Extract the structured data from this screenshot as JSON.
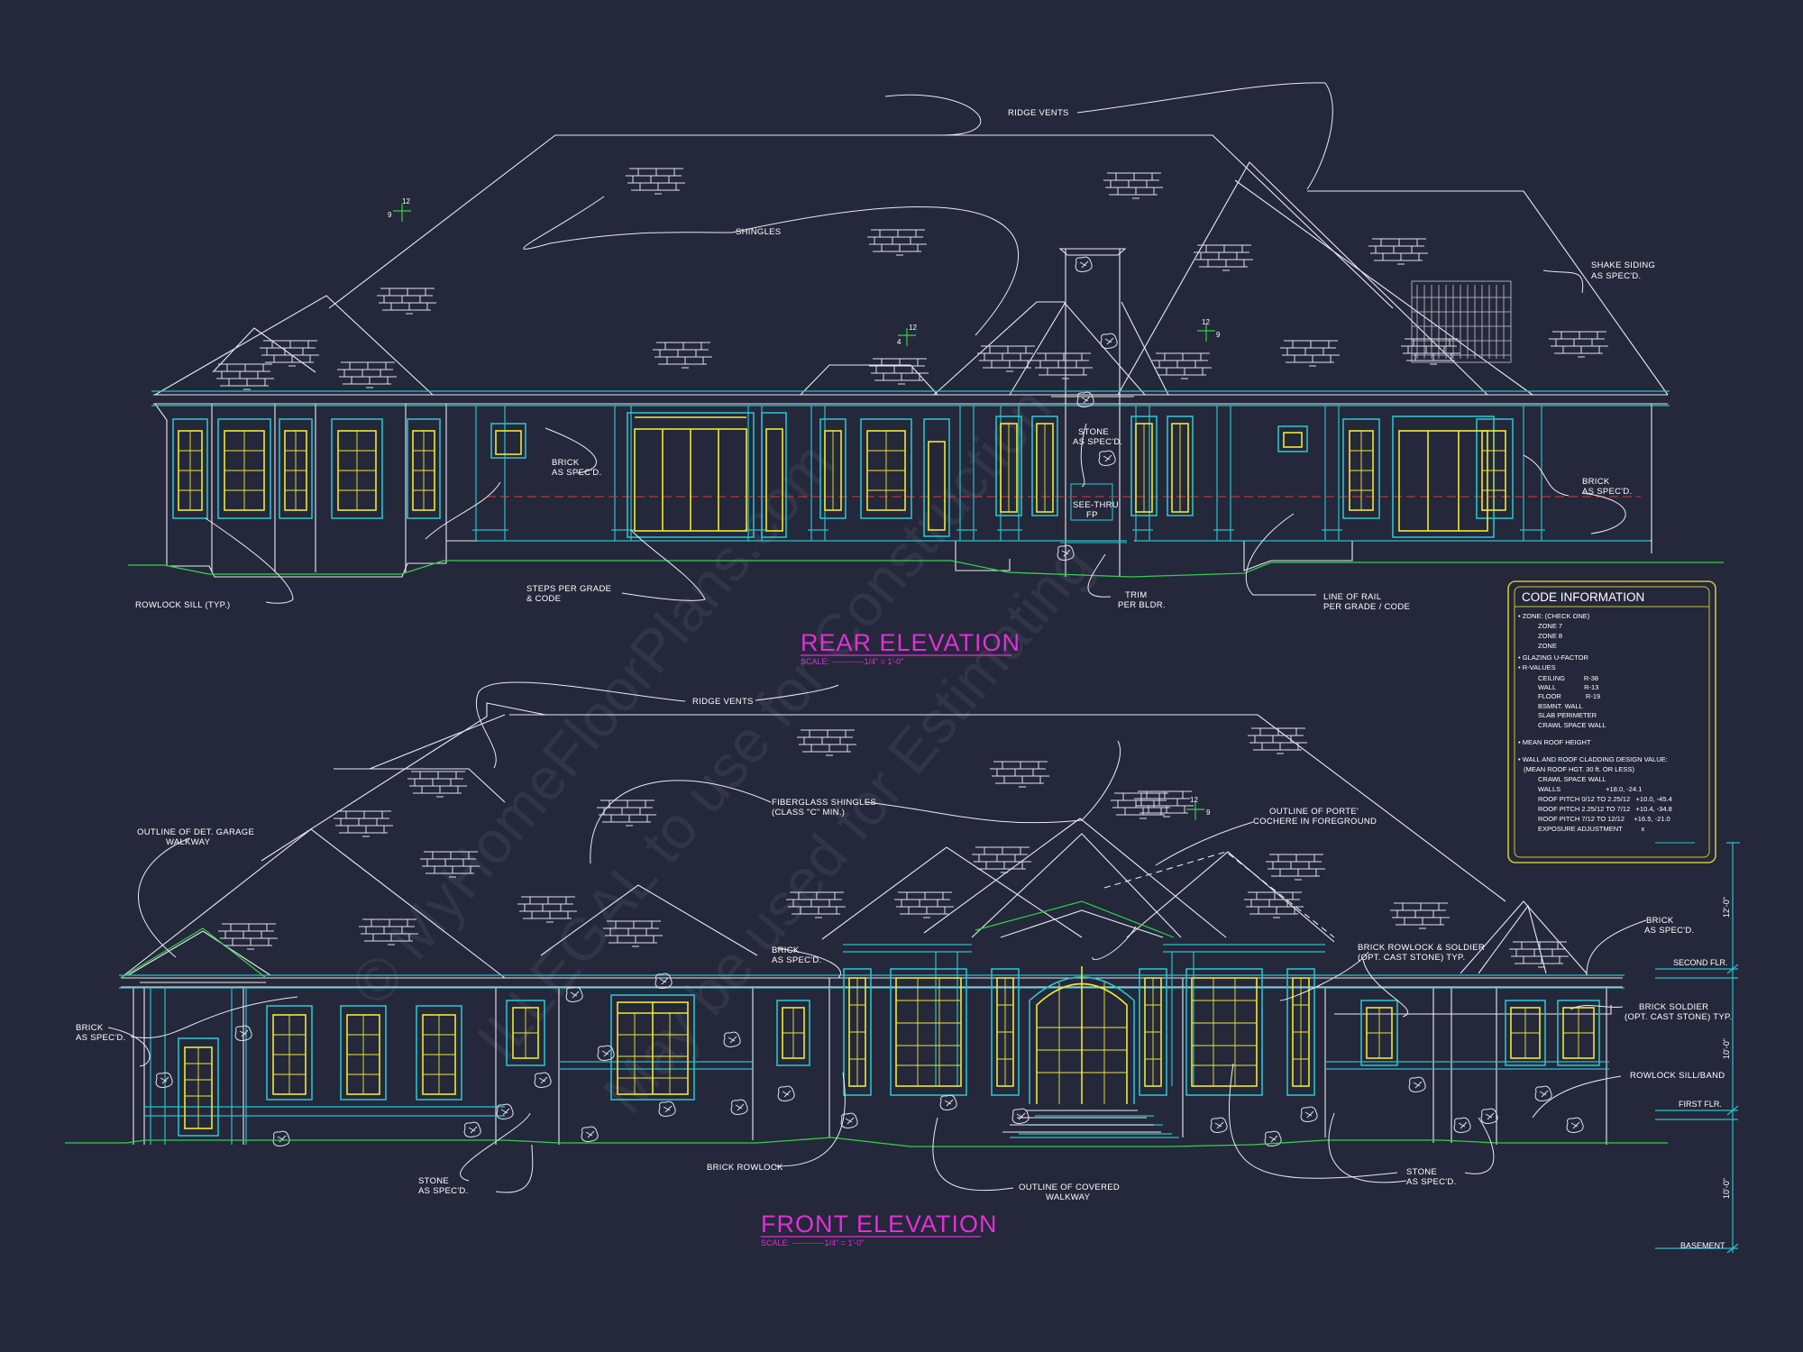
{
  "watermark": [
    "© MyHomeFloorPlans.com",
    "ILLEGAL to use for Construction",
    "May be used for Estimating"
  ],
  "rear": {
    "title": "REAR ELEVATION",
    "scale": "SCALE: ------------1/4\" = 1'-0\"",
    "notes": {
      "ridge_vents": "RIDGE VENTS",
      "shingles": "SHINGLES",
      "shake_1": "SHAKE SIDING",
      "shake_2": "AS SPEC'D.",
      "brick_a1": "BRICK",
      "brick_a2": "AS SPEC'D.",
      "stone_1": "STONE",
      "stone_2": "AS SPEC'D.",
      "fp_1": "SEE-THRU",
      "fp_2": "FP",
      "brick_b1": "BRICK",
      "brick_b2": "AS SPEC'D.",
      "rowlock": "ROWLOCK SILL (TYP.)",
      "steps_1": "STEPS PER GRADE",
      "steps_2": "& CODE",
      "trim_1": "TRIM",
      "trim_2": "PER BLDR.",
      "rail_1": "LINE OF RAIL",
      "rail_2": "PER GRADE / CODE"
    },
    "pitch": {
      "a_rise": "9",
      "a_run": "12",
      "b_rise": "4",
      "b_run": "12",
      "c_run": "12",
      "c_rise": "9"
    }
  },
  "front": {
    "title": "FRONT ELEVATION",
    "scale": "SCALE: ------------1/4\" = 1'-0\"",
    "notes": {
      "ridge_vents": "RIDGE VENTS",
      "garage_1": "OUTLINE OF DET. GARAGE",
      "garage_2": "WALKWAY",
      "fiber_1": "FIBERGLASS SHINGLES",
      "fiber_2": "(CLASS \"C\" MIN.)",
      "porte_1": "OUTLINE OF PORTE'",
      "porte_2": "COCHERE IN FOREGROUND",
      "brick_a1": "BRICK",
      "brick_a2": "AS SPEC'D.",
      "brick_b1": "BRICK",
      "brick_b2": "AS SPEC'D.",
      "brick_c1": "BRICK",
      "brick_c2": "AS SPEC'D.",
      "rowsold_1": "BRICK ROWLOCK & SOLDIER",
      "rowsold_2": "(OPT. CAST STONE) TYP.",
      "soldier_1": "BRICK SOLDIER",
      "soldier_2": "(OPT. CAST STONE) TYP.",
      "rowlock_band": "ROWLOCK SILL/BAND",
      "stone_a1": "STONE",
      "stone_a2": "AS SPEC'D.",
      "brick_rowlock": "BRICK ROWLOCK",
      "walk_1": "OUTLINE OF COVERED",
      "walk_2": "WALKWAY",
      "stone_b1": "STONE",
      "stone_b2": "AS SPEC'D."
    },
    "pitch": {
      "run": "12",
      "rise": "9"
    },
    "levels": {
      "second": "SECOND FLR.",
      "first": "FIRST FLR.",
      "basement": "BASEMENT",
      "dim_top": "12'-0\"",
      "dim_mid": "10'-0\"",
      "dim_bot": "10'-0\""
    }
  },
  "code_info": {
    "title": "CODE INFORMATION",
    "lines": [
      "• ZONE: (CHECK ONE)",
      "ZONE 7",
      "ZONE 8",
      "ZONE",
      "• GLAZING U-FACTOR",
      "• R-VALUES",
      "CEILING          R-38",
      "WALL               R-13",
      "FLOOR             R-19",
      "BSMNT. WALL",
      "SLAB PERIMETER",
      "CRAWL SPACE WALL",
      "• MEAN ROOF HEIGHT",
      "• WALL AND ROOF CLADDING DESIGN VALUE:",
      "(MEAN ROOF HGT. 30 ft. OR LESS)",
      "CRAWL SPACE WALL",
      "WALLS                        +18.0, -24.1",
      "ROOF PITCH 0/12 TO 2.25/12   +10.0, -45.4",
      "ROOF PITCH 2.25/12 TO 7/12   +10.4, -34.8",
      "ROOF PITCH 7/12 TO 12/12     +16.5, -21.0",
      "EXPOSURE ADJUSTMENT          x"
    ]
  }
}
